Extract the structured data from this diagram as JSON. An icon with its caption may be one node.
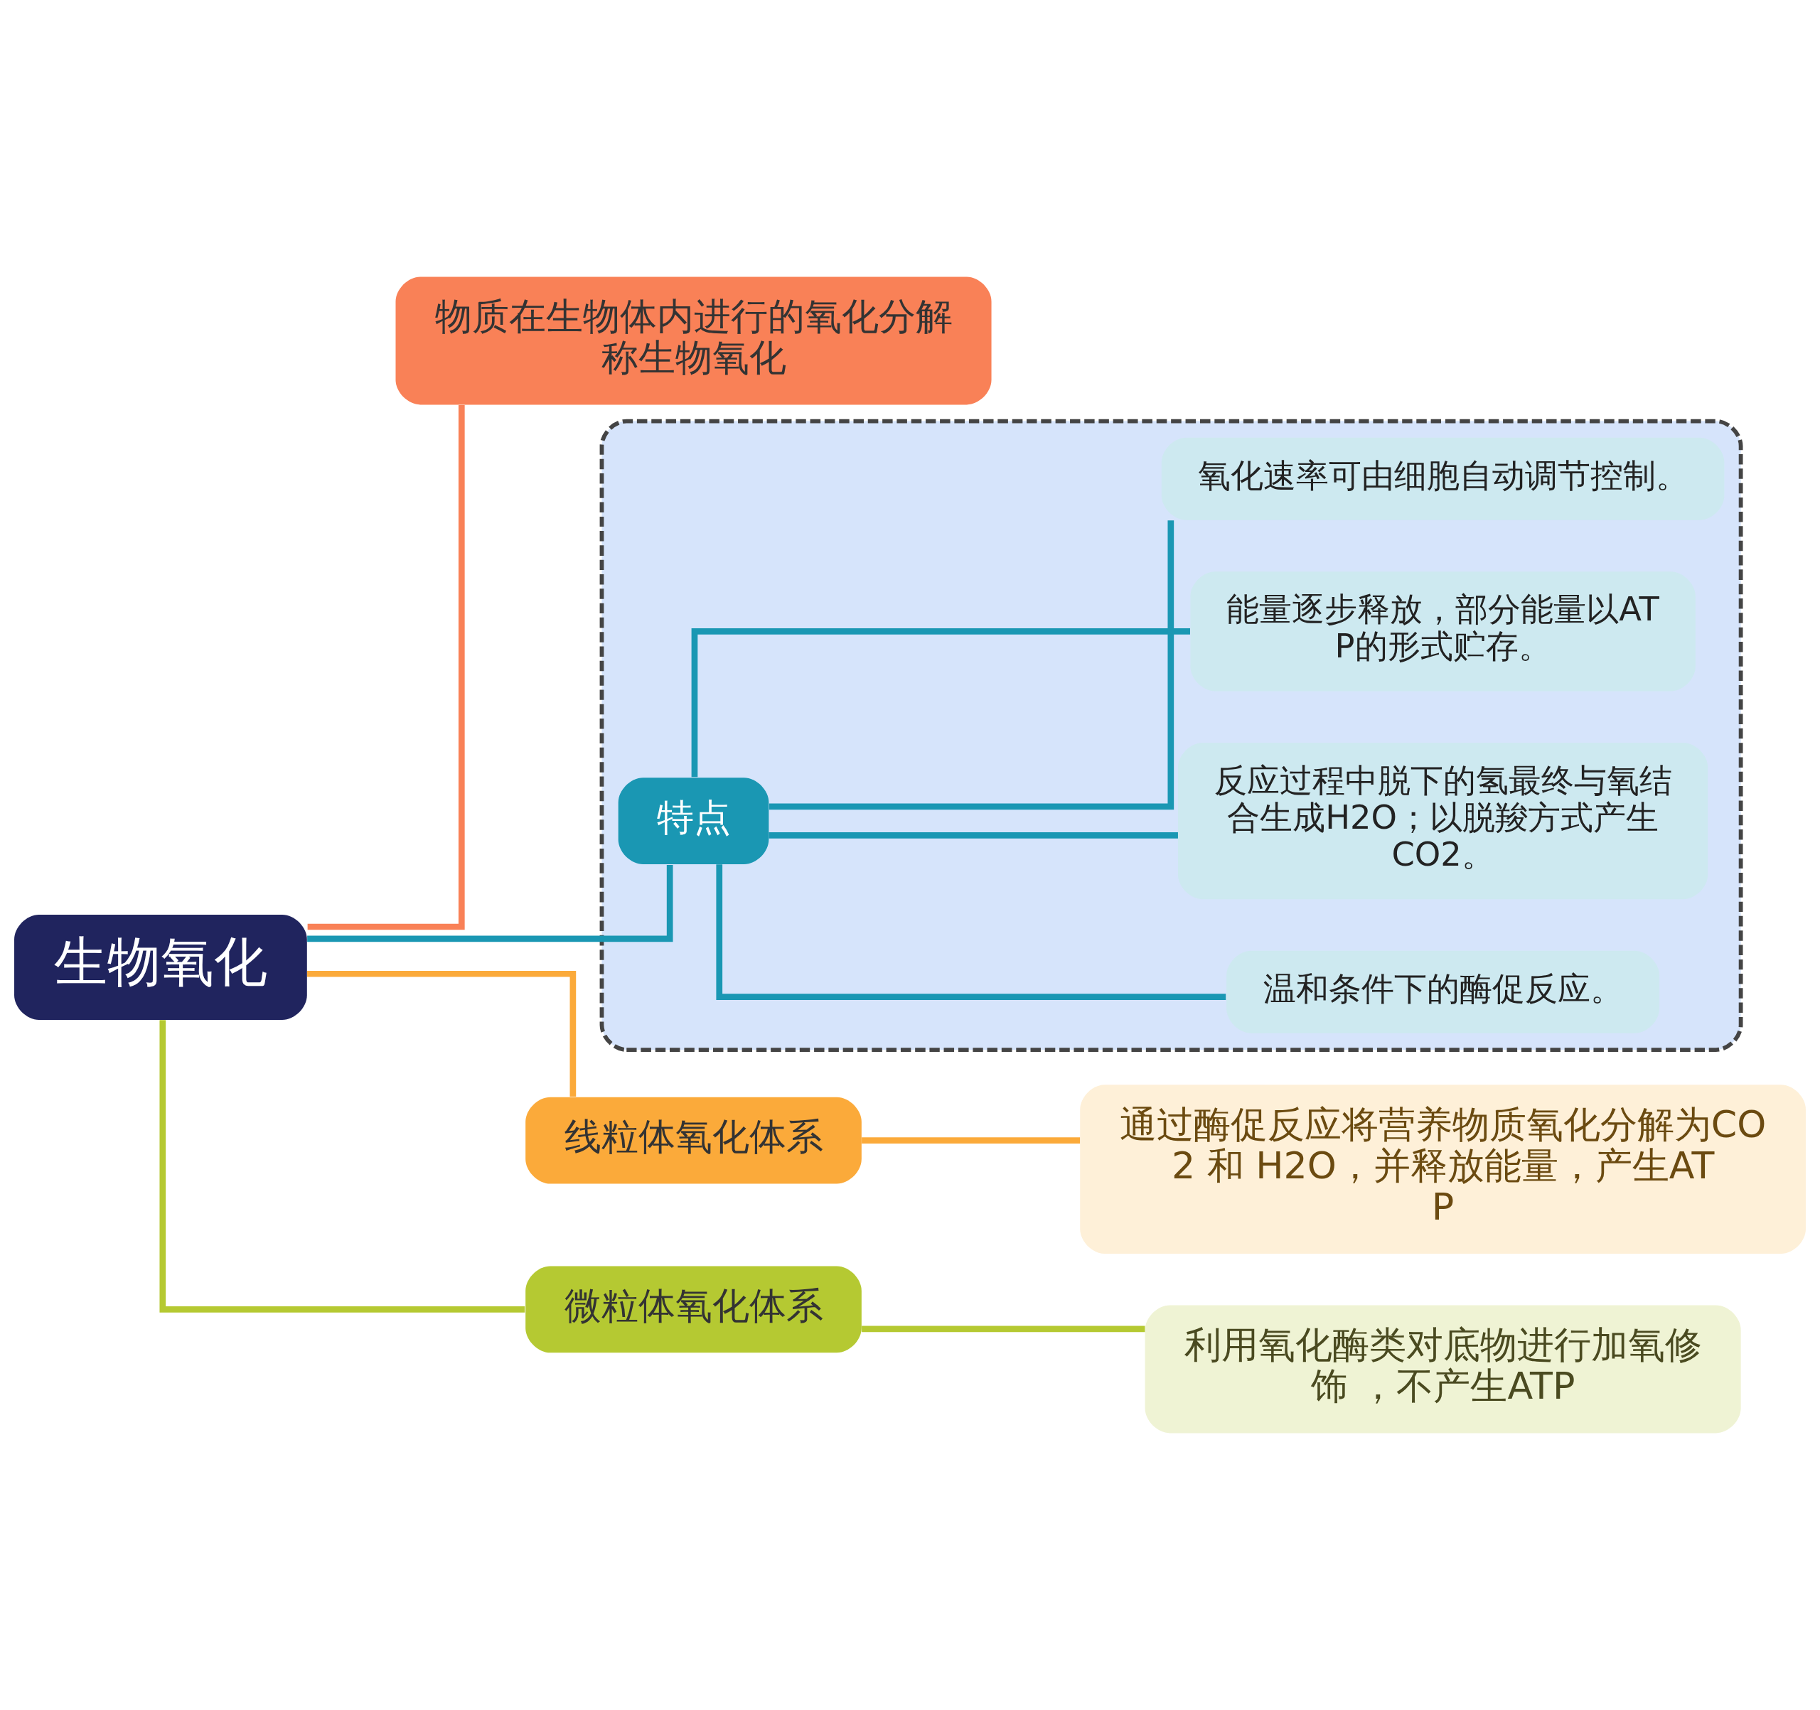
{
  "diagram": {
    "nodes": [
      {
        "text": [
          "生物氧化"
        ]
      },
      {
        "text": [
          "物质在生物体内进行的氧化分解称生物氧化"
        ]
      },
      {
        "text": [
          "线粒体氧化体系"
        ]
      },
      {
        "text": [
          "通过酶促反应将营养物质氧化分解为CO2 和 H2O，并释放能量，产生ATP"
        ]
      },
      {
        "text": [
          "微粒体氧化体系"
        ]
      },
      {
        "text": [
          "利用氧化酶类对底物进行加氧修饰 ，不产生ATP"
        ]
      },
      {
        "text": [],
        "shape": "box"
      },
      {
        "text": [
          "特点"
        ],
        "in": 6
      },
      {
        "text": [
          "温和条件下的酶促反应。"
        ],
        "in": 6
      },
      {
        "text": [
          "反应过程中脱下的氢最终与氧结合生成H2O；以脱羧方式产生CO2。"
        ],
        "in": 6
      },
      {
        "text": [
          "能量逐步释放，部分能量以ATP的形式贮存。"
        ],
        "in": 6
      },
      {
        "text": [
          "氧化速率可由细胞自动调节控制。"
        ],
        "in": 6
      }
    ],
    "edges": [
      {
        "from": 0,
        "to": 1,
        "arrow": "none",
        "color": "#f98157"
      },
      {
        "from": 0,
        "to": 2,
        "arrow": "none",
        "color": "#fbaa3a"
      },
      {
        "from": 0,
        "to": 4,
        "arrow": "none",
        "color": "#b5c932"
      },
      {
        "from": 0,
        "to": 7,
        "arrow": "none"
      },
      {
        "from": 2,
        "to": 3,
        "arrow": "none",
        "color": "#fbaa3a"
      },
      {
        "from": 4,
        "to": 5,
        "arrow": "none",
        "color": "#b5c932"
      },
      {
        "from": 7,
        "to": 8,
        "arrow": "none"
      },
      {
        "from": 7,
        "to": 9,
        "arrow": "none"
      },
      {
        "from": 7,
        "to": 10,
        "arrow": "none"
      },
      {
        "from": 7,
        "to": 11,
        "arrow": "none"
      }
    ]
  }
}
